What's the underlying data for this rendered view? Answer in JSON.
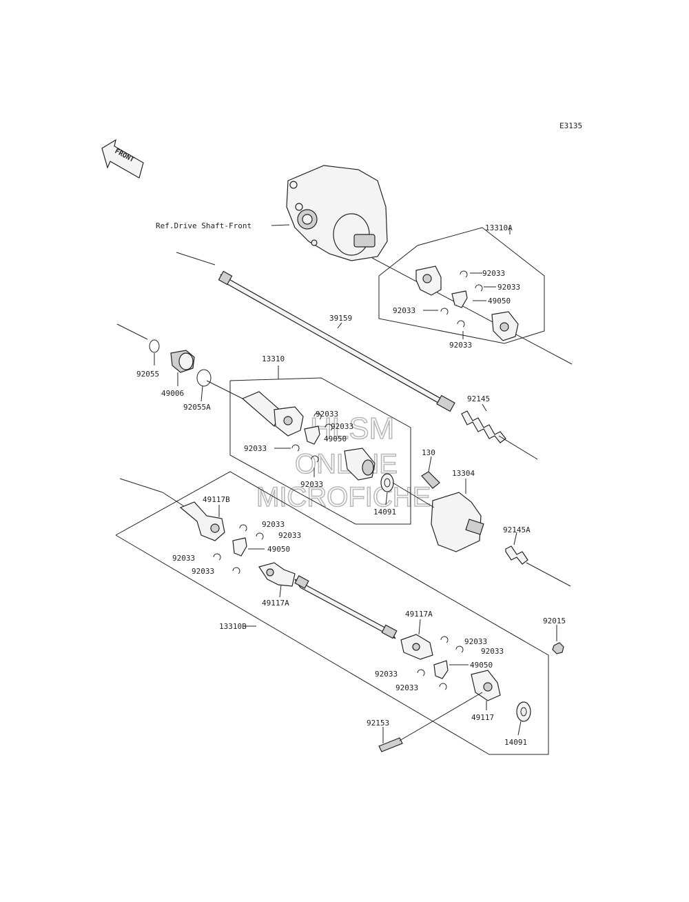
{
  "diagram_code": "E3135",
  "front_label": "FRONT",
  "watermark": [
    "HLSM",
    "ONLINE",
    "MICROFICHE"
  ],
  "ref_label": "Ref.Drive Shaft-Front",
  "labels": {
    "a_13310A": "13310A",
    "a_92033_1": "92033",
    "a_92033_2": "92033",
    "a_49050": "49050",
    "a_92033_3": "92033",
    "a_92033_4": "92033",
    "shaft_39159": "39159",
    "ring_92055": "92055",
    "bush_49006": "49006",
    "ring_92055A": "92055A",
    "b_13310": "13310",
    "b_92033_1": "92033",
    "b_92033_2": "92033",
    "b_49050": "49050",
    "b_92033_3": "92033",
    "b_92033_4": "92033",
    "spring_92145": "92145",
    "bolt_130": "130",
    "cov_13304": "13304",
    "wash_14091": "14091",
    "spring_92145A": "92145A",
    "c_49117B": "49117B",
    "c_92033_1": "92033",
    "c_92033_2": "92033",
    "c_49050": "49050",
    "c_92033_3": "92033",
    "c_92033_4": "92033",
    "c_49117A_1": "49117A",
    "c_13310B": "13310B",
    "c_49117A_2": "49117A",
    "c_92033_5": "92033",
    "c_92033_6": "92033",
    "c_49050_2": "49050",
    "c_92033_7": "92033",
    "c_92033_8": "92033",
    "nut_92015": "92015",
    "c_49117": "49117",
    "bolt_92153": "92153",
    "wash_14091_2": "14091"
  }
}
